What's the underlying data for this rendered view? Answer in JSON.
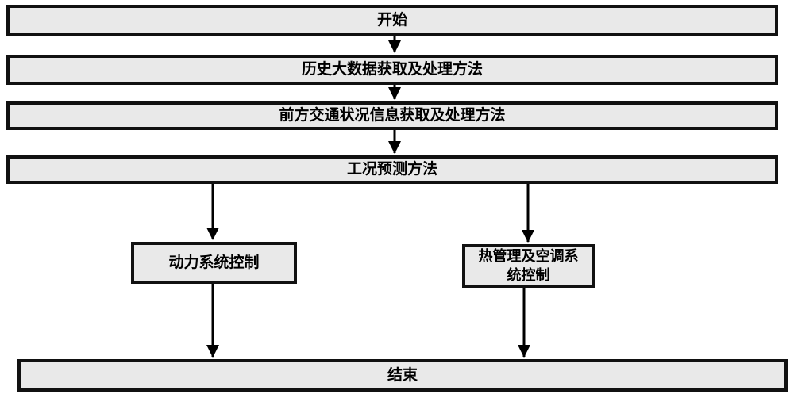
{
  "diagram": {
    "type": "flowchart",
    "background_color": "#ffffff",
    "node_fill_color": "#e9e9e9",
    "node_border_color": "#111111",
    "arrow_color": "#000000",
    "text_color": "#000000",
    "nodes": {
      "start": {
        "lines": [
          "开始"
        ]
      },
      "history_data": {
        "lines": [
          "历史大数据获取及处理方法"
        ]
      },
      "traffic_info": {
        "lines": [
          "前方交通状况信息获取及处理方法"
        ]
      },
      "condition_prediction": {
        "lines": [
          "工况预测方法"
        ]
      },
      "power_control": {
        "lines": [
          "动力系统控制"
        ]
      },
      "thermal_control": {
        "lines": [
          "热管理及空调系",
          "统控制"
        ]
      },
      "end": {
        "lines": [
          "结束"
        ]
      }
    },
    "edges": [
      {
        "from": "start",
        "to": "history_data"
      },
      {
        "from": "history_data",
        "to": "traffic_info"
      },
      {
        "from": "traffic_info",
        "to": "condition_prediction"
      },
      {
        "from": "condition_prediction",
        "to": "power_control"
      },
      {
        "from": "condition_prediction",
        "to": "thermal_control"
      },
      {
        "from": "power_control",
        "to": "end"
      },
      {
        "from": "thermal_control",
        "to": "end"
      }
    ]
  }
}
